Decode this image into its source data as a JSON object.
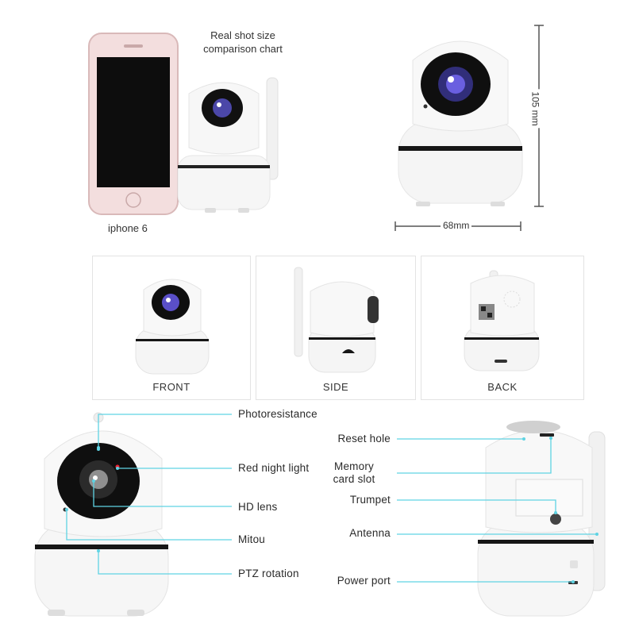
{
  "comparison": {
    "title_line1": "Real shot size",
    "title_line2": "comparison chart",
    "phone_label": "iphone 6"
  },
  "dimensions": {
    "height": "105 mm",
    "width": "68mm"
  },
  "views": [
    {
      "label": "FRONT"
    },
    {
      "label": "SIDE"
    },
    {
      "label": "BACK"
    }
  ],
  "front_callouts": [
    {
      "label": "Photoresistance"
    },
    {
      "label": "Red night light"
    },
    {
      "label": "HD lens"
    },
    {
      "label": "Mitou"
    },
    {
      "label": "PTZ rotation"
    }
  ],
  "back_callouts": [
    {
      "label": "Reset hole"
    },
    {
      "label": "Memory card slot",
      "line1": "Memory",
      "line2": "card slot"
    },
    {
      "label": "Trumpet"
    },
    {
      "label": "Antenna"
    },
    {
      "label": "Power port"
    }
  ],
  "colors": {
    "callout_line": "#5fd3e3",
    "dimension_line": "#555555",
    "camera_body": "#f4f4f4",
    "camera_band": "#1a1a1a",
    "lens_blue": "#5a4fc8"
  }
}
